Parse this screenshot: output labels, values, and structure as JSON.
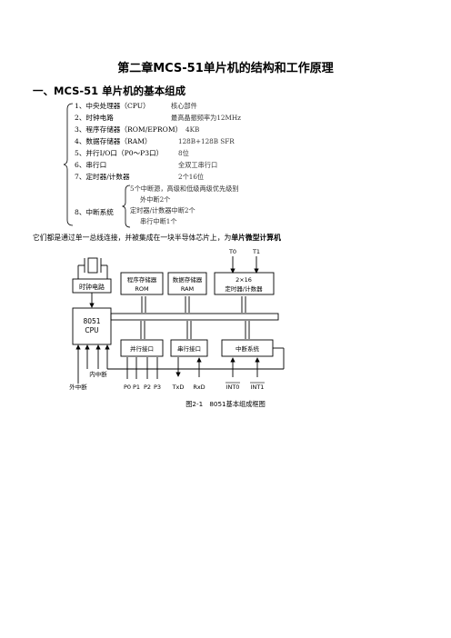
{
  "page": {
    "chapter_title": "第二章MCS-51单片机的结构和工作原理",
    "section_title": "一、MCS-51 单片机的基本组成"
  },
  "components": [
    {
      "name": "1、中央处理器（CPU）",
      "note": "核心部件"
    },
    {
      "name": "2、时钟电路",
      "note": "最高晶振频率为12MHz"
    },
    {
      "name": "3、程序存储器（ROM/EPROM）",
      "note": "4KB"
    },
    {
      "name": "4、数据存储器（RAM）",
      "note": "128B+128B SFR"
    },
    {
      "name": "5、并行I/O口（P0～P3口）",
      "note": "8位"
    },
    {
      "name": "6、串行口",
      "note": "全双工串行口"
    },
    {
      "name": "7、定时器/计数器",
      "note": "2个16位"
    }
  ],
  "interrupt": {
    "name": "8、中断系统",
    "details": [
      "5个中断源，高级和低级两级优先级别",
      "外中断2个",
      "定时器/计数器中断2个",
      "串行中断1个"
    ]
  },
  "intro": {
    "text": "它们都是通过单一总线连接，并被集成在一块半导体芯片上，为",
    "emphasis": "单片微型计算机"
  },
  "diagram": {
    "clock": "时钟电路",
    "rom": [
      "程序存储器",
      "ROM"
    ],
    "ram": [
      "数据存储器",
      "RAM"
    ],
    "timer": [
      "2×16",
      "定时器/计数器"
    ],
    "cpu": [
      "8051",
      "CPU"
    ],
    "parallel": "并行接口",
    "serial": "串行接口",
    "intsys": "中断系统",
    "inner_int": "内中断",
    "outer_int": "外中断",
    "t0": "T0",
    "t1": "T1",
    "ports": [
      "P0",
      "P1",
      "P2",
      "P3"
    ],
    "txd": "TxD",
    "rxd": "RxD",
    "int0": "INT0",
    "int1": "INT1"
  },
  "caption": "图2-1　8051基本组成框图"
}
